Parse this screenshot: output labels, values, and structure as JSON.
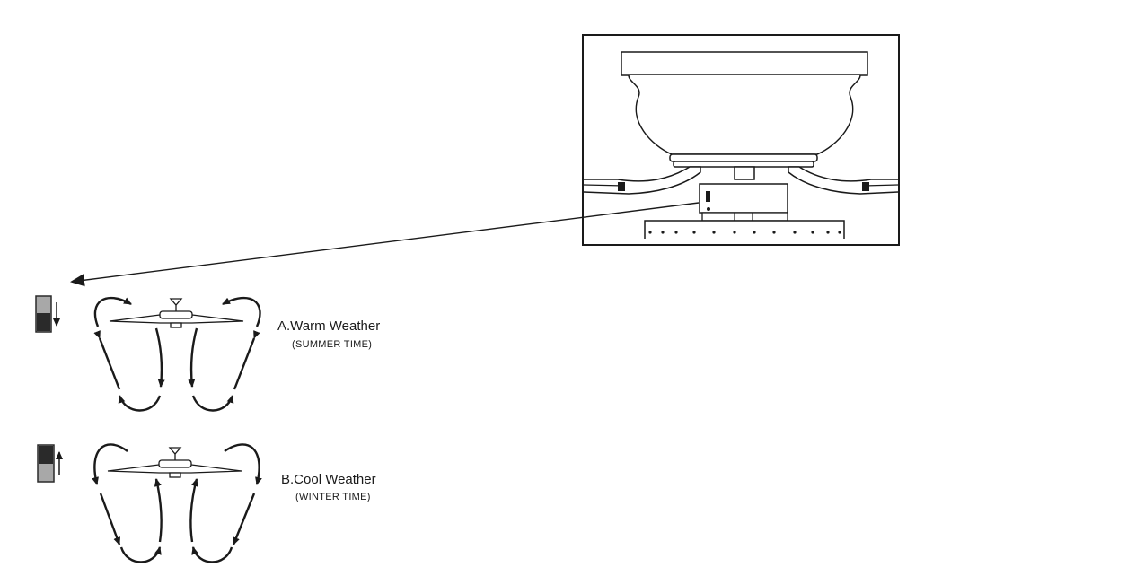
{
  "modes": [
    {
      "id": "warm",
      "title": "A.Warm Weather",
      "subtitle": "(SUMMER TIME)",
      "switch_position": "down",
      "airflow": "down"
    },
    {
      "id": "cool",
      "title": "B.Cool Weather",
      "subtitle": "(WINTER TIME)",
      "switch_position": "up",
      "airflow": "up"
    }
  ],
  "colors": {
    "line": "#1a1a1a",
    "switch_dark": "#2a2a2a",
    "switch_light": "#a8a8a8"
  },
  "icons": [
    "ceiling-fan-icon",
    "reverse-switch-icon",
    "airflow-arrow-icon"
  ]
}
